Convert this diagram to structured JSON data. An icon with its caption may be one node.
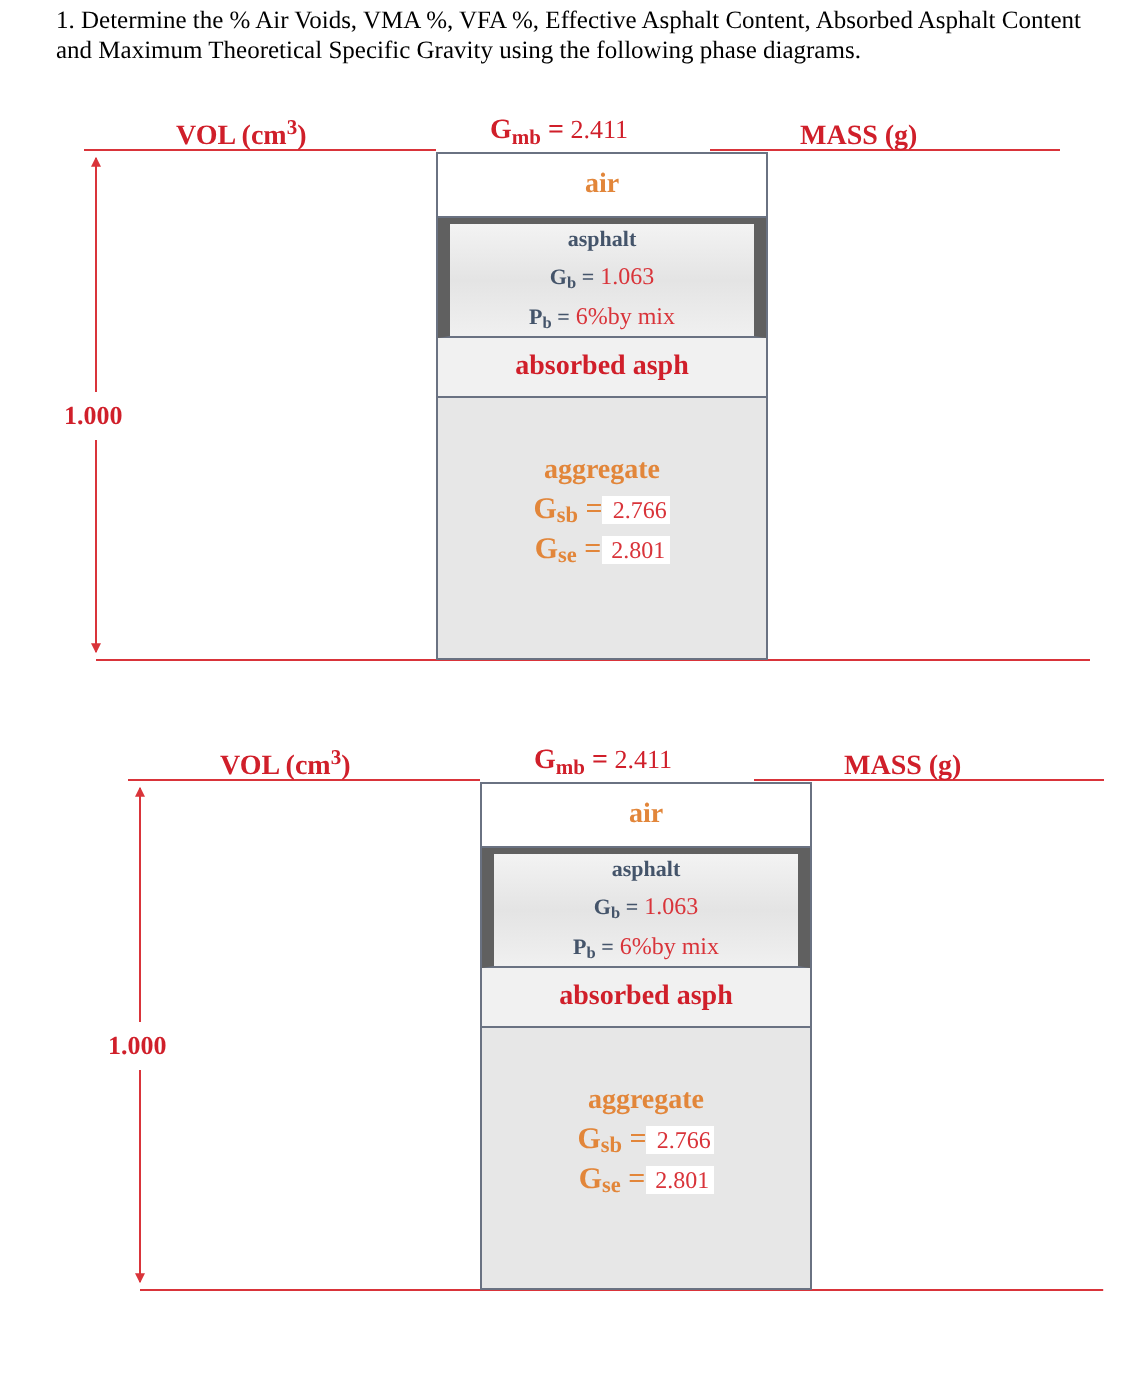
{
  "diagram": {
    "title": "1.  Determine the % Air Voids, VMA %, VFA %, Effective Asphalt Content, Absorbed Asphalt Content and Maximum Theoretical Specific Gravity using the following phase diagrams.",
    "nodes": [
      {
        "text": [
          "air"
        ]
      },
      {
        "text": [
          "asphalt",
          "G$_{b}$ = 1.063",
          "P$_{b}$ = 6%by mix"
        ]
      },
      {
        "text": [
          "absorbed asph"
        ]
      },
      {
        "text": [
          "aggregate",
          "G$_{sb}$ = 2.766",
          "G$_{se}$ = 2.801"
        ]
      },
      {
        "text": [
          "air"
        ]
      },
      {
        "text": [
          "asphalt",
          "G$_{b}$ = 1.063",
          "P$_{b}$ = 6%by mix"
        ]
      },
      {
        "text": [
          "absorbed asph"
        ]
      },
      {
        "text": [
          "aggregate",
          "G$_{sb}$ = 2.766",
          "G$_{se}$ = 2.801"
        ]
      }
    ],
    "labels": [
      "VOL (cm$^{3}$)",
      "G$_{mb}$ = 2.411",
      "MASS (g)",
      "1.000",
      "VOL (cm$^{3}$)",
      "G$_{mb}$ = 2.411",
      "MASS (g)",
      "1.000"
    ]
  }
}
